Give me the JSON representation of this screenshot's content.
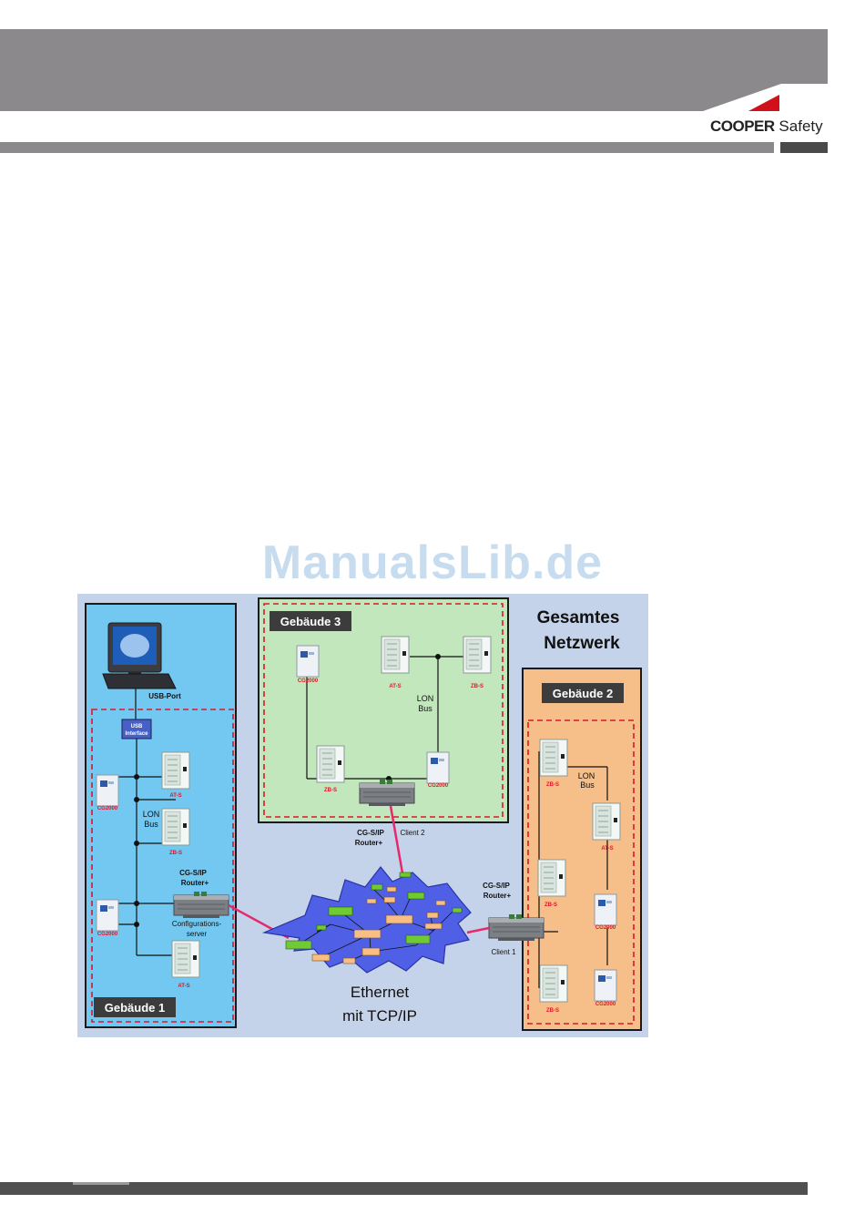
{
  "header": {
    "brand": "COOPER",
    "brand_suffix": "Safety"
  },
  "watermark": "ManualsLib.de",
  "diagram": {
    "title_line1": "Gesamtes",
    "title_line2": "Netzwerk",
    "building1": "Gebäude 1",
    "building2": "Gebäude 2",
    "building3": "Gebäude 3",
    "usb_port": "USB-Port",
    "usb_interface_l1": "USB",
    "usb_interface_l2": "Interface",
    "lon_bus_l1": "LON",
    "lon_bus_l2": "Bus",
    "router_l1": "CG-S/IP",
    "router_l2": "Router+",
    "config_server_l1": "Configurations-",
    "config_server_l2": "server",
    "client1": "Client 1",
    "client2": "Client 2",
    "ethernet_l1": "Ethernet",
    "ethernet_l2": "mit TCP/IP",
    "at_s": "AT-S",
    "zb_s": "ZB-S",
    "cg2000": "CG2000",
    "lon_label": "LON"
  },
  "colors": {
    "header_gray": "#8b898c",
    "logo_red": "#d0111b",
    "diagram_bg": "#c5d3ea",
    "building1_bg": "#72c8f0",
    "building2_bg": "#f6be88",
    "building3_bg": "#c2e7bc",
    "dashed_red": "#d9182a",
    "ethernet_blue": "#4f5fe6",
    "link_pink": "#e6286e"
  }
}
